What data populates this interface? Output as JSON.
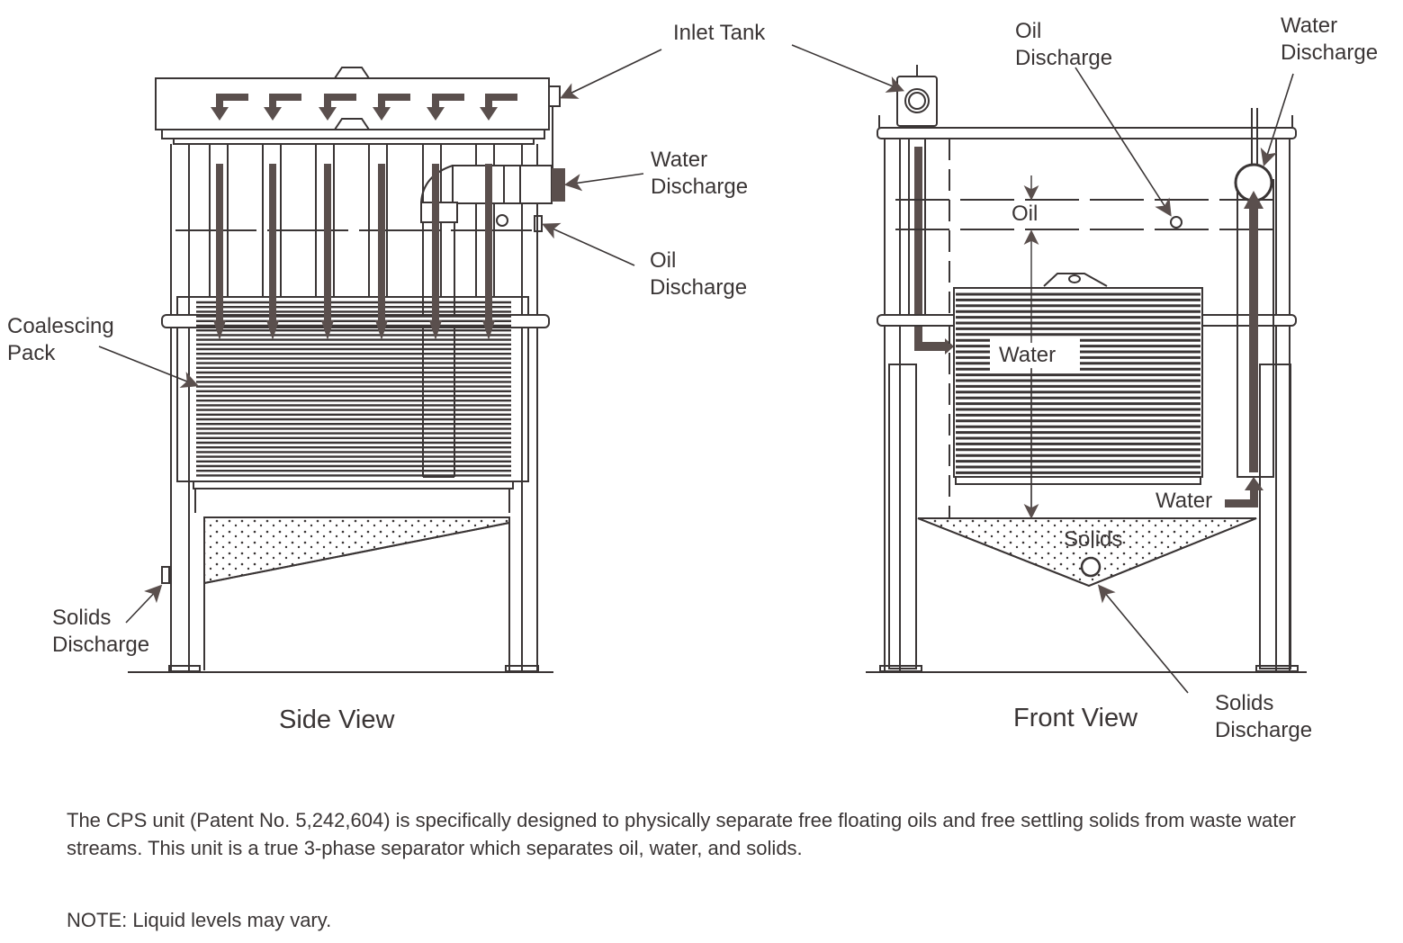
{
  "side_view": {
    "title": "Side View",
    "labels": {
      "inlet_tank": "Inlet Tank",
      "water_discharge": "Water\nDischarge",
      "oil_discharge": "Oil\nDischarge",
      "coalescing_pack": "Coalescing\nPack",
      "solids_discharge": "Solids\nDischarge"
    }
  },
  "front_view": {
    "title": "Front View",
    "labels": {
      "oil_discharge": "Oil\nDischarge",
      "water_discharge": "Water\nDischarge",
      "oil_layer": "Oil",
      "water_layer": "Water",
      "water_outlet": "Water",
      "solids_layer": "Solids",
      "solids_discharge": "Solids\nDischarge"
    }
  },
  "description": "The CPS unit (Patent No. 5,242,604) is specifically designed to physically separate free floating oils and free settling solids from waste water streams.  This unit is a true 3-phase separator which separates oil, water, and solids.",
  "note": "NOTE:  Liquid levels may vary.",
  "colors": {
    "line": "#3a3535",
    "flow_arrow": "#5a4f4d",
    "background": "#ffffff"
  }
}
